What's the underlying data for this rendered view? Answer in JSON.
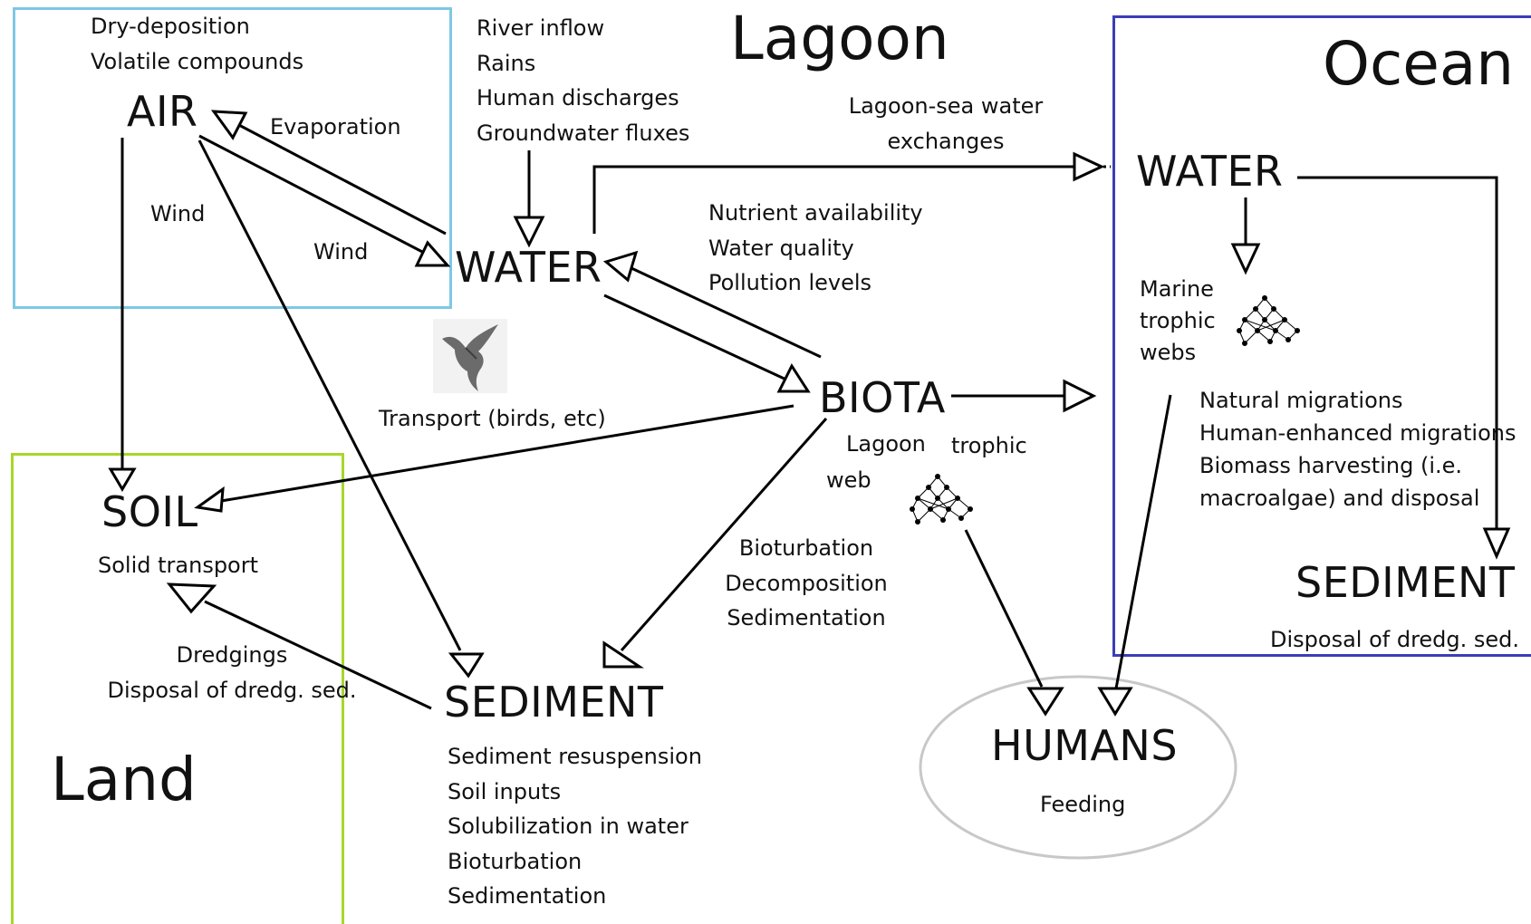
{
  "regions": {
    "lagoon": "Lagoon",
    "ocean": "Ocean",
    "land": "Land"
  },
  "nodes": {
    "air": "AIR",
    "water_lagoon": "WATER",
    "biota": "BIOTA",
    "soil": "SOIL",
    "sediment_lagoon": "SEDIMENT",
    "water_ocean": "WATER",
    "sediment_ocean": "SEDIMENT",
    "humans": "HUMANS"
  },
  "labels": {
    "air_sources": [
      "Dry-deposition",
      "Volatile compounds"
    ],
    "evaporation": "Evaporation",
    "wind_down": "Wind",
    "wind_diag": "Wind",
    "water_inputs": [
      "River inflow",
      "Rains",
      "Human discharges",
      "Groundwater fluxes"
    ],
    "sea_exchange": [
      "Lagoon-sea water",
      "exchanges"
    ],
    "water_biota": [
      "Nutrient availability",
      "Water quality",
      "Pollution levels"
    ],
    "transport": "Transport (birds, etc)",
    "lagoon_web_1": "Lagoon",
    "lagoon_web_2": "trophic",
    "lagoon_web_3": "web",
    "marine_web": [
      "Marine",
      "trophic",
      "webs"
    ],
    "ocean_biota": [
      "Natural migrations",
      "Human-enhanced migrations",
      "Biomass harvesting (i.e.",
      "macroalgae) and disposal"
    ],
    "solid_transport": "Solid transport",
    "dredgings": [
      "Dredgings",
      "Disposal of dredg. sed."
    ],
    "biota_sediment": [
      "Bioturbation",
      "Decomposition",
      "Sedimentation"
    ],
    "sediment_processes": [
      "Sediment resuspension",
      "Soil inputs",
      "Solubilization in water",
      "Bioturbation",
      "Sedimentation"
    ],
    "ocean_sediment_note": "Disposal of dredg. sed.",
    "feeding": "Feeding"
  },
  "colors": {
    "air_box": "#7ec8e3",
    "ocean_box": "#3b3db8",
    "land_box": "#a8d62a",
    "humans_ellipse": "#c8c8c8",
    "lines": "#000000"
  },
  "icons": {
    "bird": "bird-icon",
    "lagoon_web": "food-web-icon",
    "marine_web": "food-web-icon"
  }
}
